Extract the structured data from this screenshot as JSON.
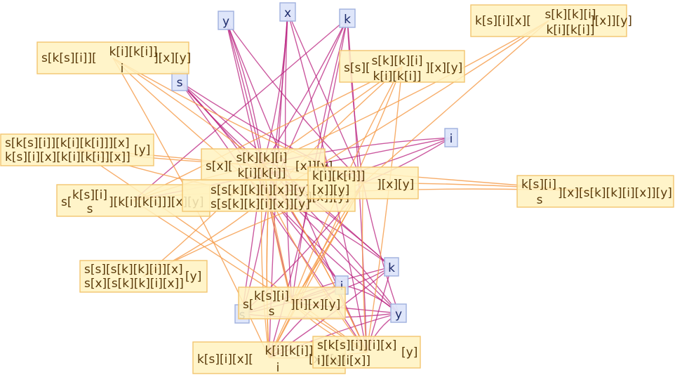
{
  "colors": {
    "expr_fill": "#fff2c0",
    "expr_stroke": "#f3c56f",
    "leaf_fill": "#dde5fa",
    "leaf_stroke": "#9fb0de",
    "edge_magenta": "#b9217f",
    "edge_orange": "#f59a46"
  },
  "nodes": [
    {
      "id": "y_top",
      "kind": "leaf",
      "text": "y"
    },
    {
      "id": "x_top",
      "kind": "leaf",
      "text": "x"
    },
    {
      "id": "k_top",
      "kind": "leaf",
      "text": "k"
    },
    {
      "id": "s_left",
      "kind": "leaf",
      "text": "s"
    },
    {
      "id": "i_right",
      "kind": "leaf",
      "text": "i"
    },
    {
      "id": "k_low",
      "kind": "leaf",
      "text": "k"
    },
    {
      "id": "y_low",
      "kind": "leaf",
      "text": "y"
    },
    {
      "id": "i_low",
      "kind": "leaf",
      "text": "i"
    },
    {
      "id": "s_low",
      "kind": "leaf",
      "text": "s"
    },
    {
      "id": "e_top_right",
      "kind": "expr",
      "lines": [
        "k[s][i][x][",
        "s[k][k][i]",
        "k[i][k[i]]",
        "][x]][y]"
      ]
    },
    {
      "id": "e_top_left",
      "kind": "expr",
      "lines": [
        "s[k[s][i]][",
        "k[i][k[i]]",
        "i",
        "][x][y]"
      ]
    },
    {
      "id": "e_top_mid",
      "kind": "expr",
      "lines": [
        "s[s][",
        "s[k][k][i]",
        "k[i][k[i]]",
        "][x][y]"
      ]
    },
    {
      "id": "e_left_block",
      "kind": "expr",
      "lines": [
        "s[k[s][i]][k[i][k[i]]][x]",
        "k[s][i][x][k[i][k[i]][x]]",
        "[y]"
      ]
    },
    {
      "id": "e_right",
      "kind": "expr",
      "lines": [
        "k[s][i]",
        "s",
        "][x][s[k][k][i][x]][y]"
      ]
    },
    {
      "id": "e_left_mid",
      "kind": "expr",
      "lines": [
        "s[",
        "k[s][i]",
        "s",
        "][k[i][k[i]]][x][y]"
      ]
    },
    {
      "id": "e_center_a",
      "kind": "expr",
      "lines": [
        "s[x][",
        "s[k][k][i]",
        "k[i][k[i]]",
        "[x]][y]"
      ]
    },
    {
      "id": "e_center_b",
      "kind": "expr",
      "lines": [
        "s[s[k][k][i][x]][y]",
        "s[s[k][k][i][x]][y]",
        "][x]][y]"
      ]
    },
    {
      "id": "e_center_c",
      "kind": "expr",
      "lines": [
        "k[i][k[i]]]",
        "[x]][y]",
        "][x][y]"
      ]
    },
    {
      "id": "e_left_low",
      "kind": "expr",
      "lines": [
        "s[s][s[k][k][i]][x]",
        "s[x][s[k][k][i][x]]",
        "[y]"
      ]
    },
    {
      "id": "e_center_low",
      "kind": "expr",
      "lines": [
        "s[",
        "k[s][i]",
        "s",
        "][i][x][y]"
      ]
    },
    {
      "id": "e_bottom_left",
      "kind": "expr",
      "lines": [
        "k[s][i][x][",
        "k[i][k[i]]",
        "i",
        "[x]][y]"
      ]
    },
    {
      "id": "e_bottom_right",
      "kind": "expr",
      "lines": [
        "s[k[s][i]][i][x]",
        "[y]",
        "i][x][i[x]]"
      ]
    }
  ]
}
